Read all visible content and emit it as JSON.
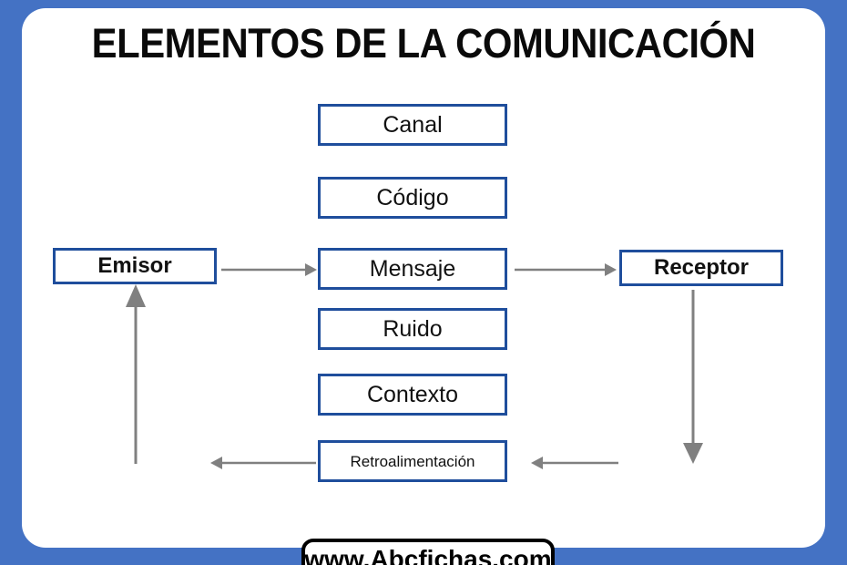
{
  "poster": {
    "title": "ELEMENTOS DE LA COMUNICACIÓN",
    "frame_color": "#4472C4",
    "panel_color": "#FFFFFF",
    "box_border_color": "#1F4E9C",
    "arrow_color": "#808080",
    "title_color": "#0A0A0A",
    "watermark": "www.Abcfichas.com"
  },
  "diagram": {
    "sender": {
      "label": "Emisor"
    },
    "receiver": {
      "label": "Receptor"
    },
    "center_boxes": [
      {
        "label": "Canal"
      },
      {
        "label": "Código"
      },
      {
        "label": "Mensaje"
      },
      {
        "label": "Ruido"
      },
      {
        "label": "Contexto"
      },
      {
        "label": "Retroalimentación"
      }
    ],
    "arrows": [
      {
        "name": "emisor-to-mensaje",
        "direction": "right"
      },
      {
        "name": "mensaje-to-receptor",
        "direction": "right"
      },
      {
        "name": "receptor-down",
        "direction": "down"
      },
      {
        "name": "receptor-to-retroalimentacion",
        "direction": "left"
      },
      {
        "name": "retroalimentacion-to-left",
        "direction": "left"
      },
      {
        "name": "left-up-to-emisor",
        "direction": "up"
      }
    ]
  }
}
